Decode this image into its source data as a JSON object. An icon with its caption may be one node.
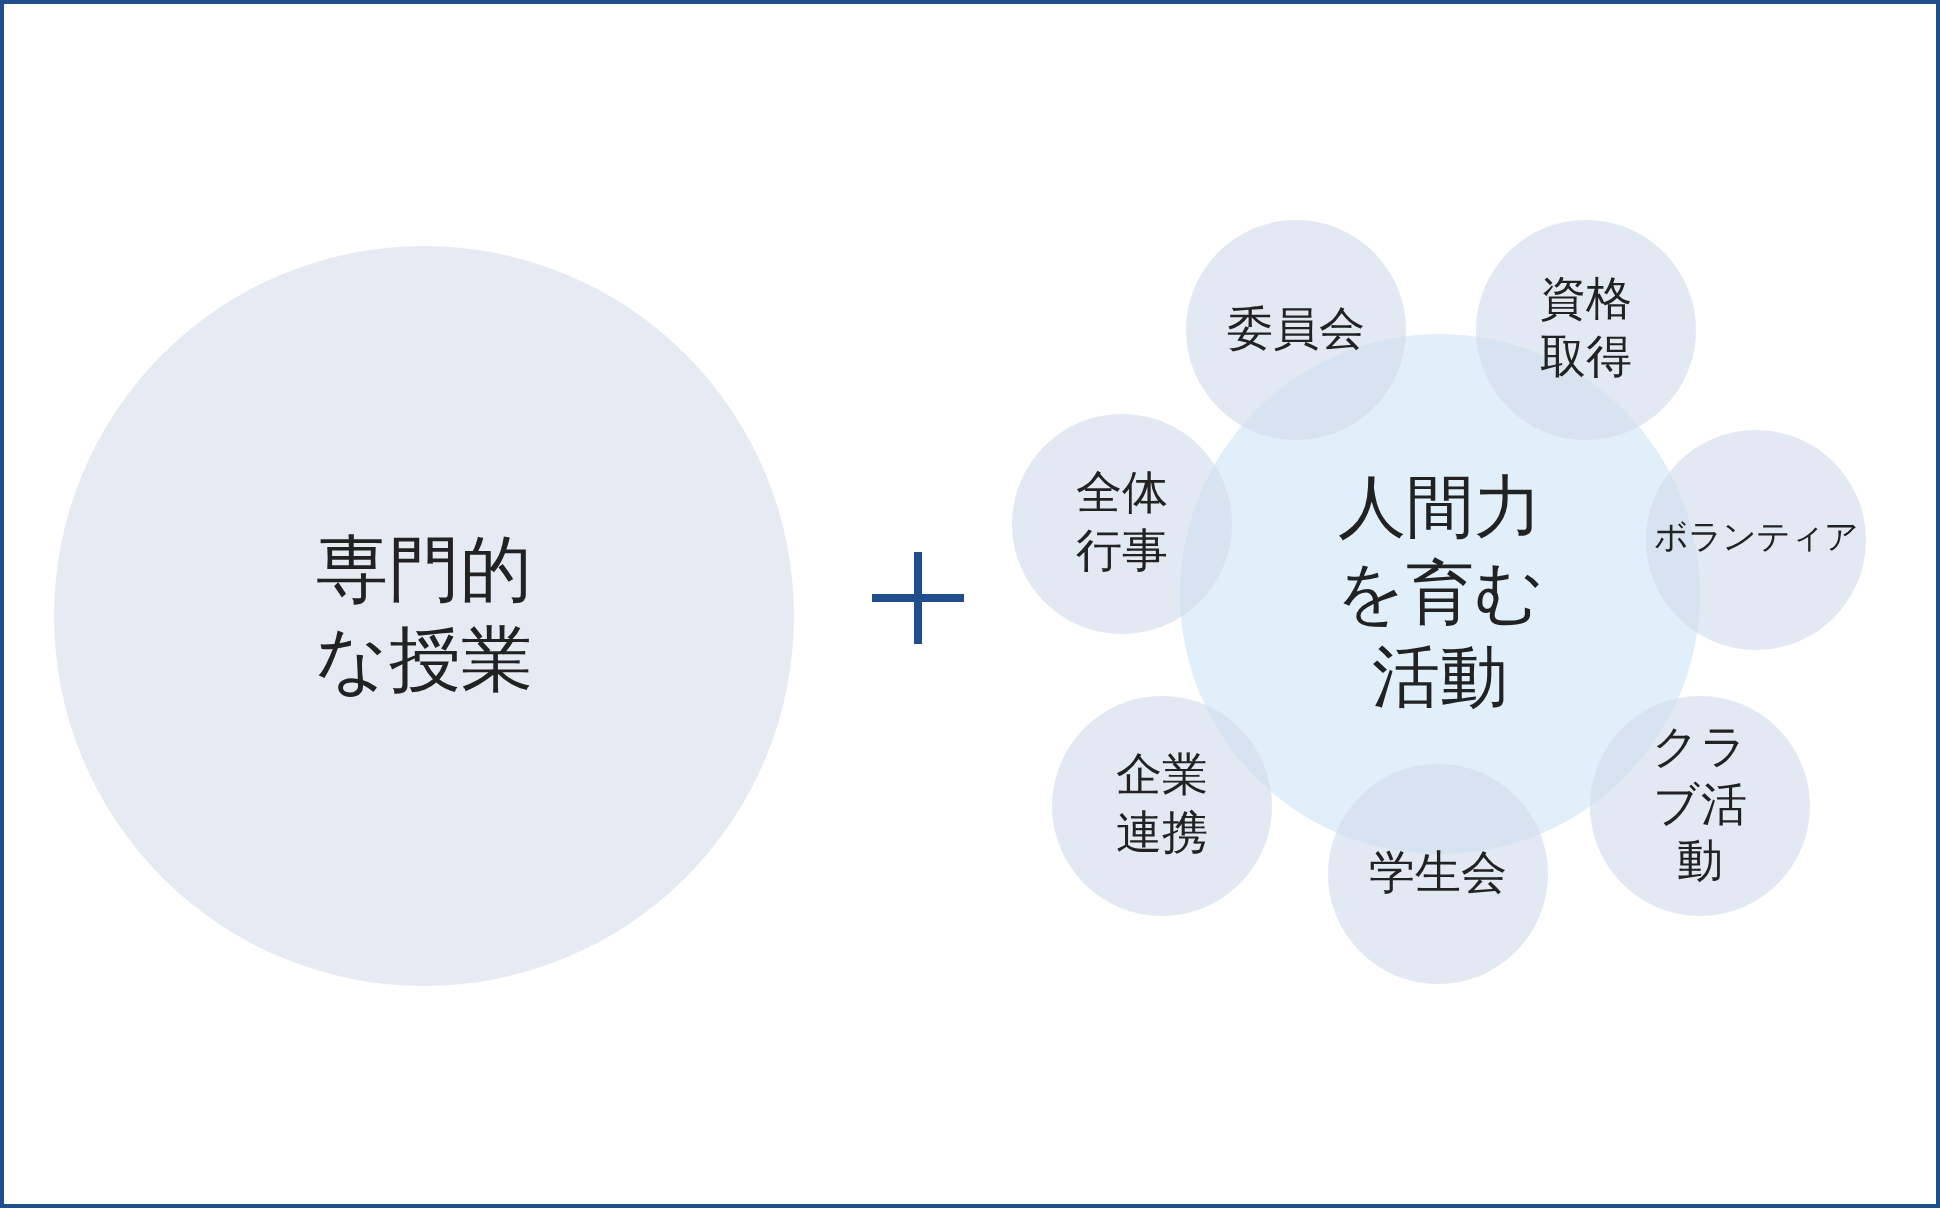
{
  "diagram": {
    "nodes": [
      {
        "text": [
          "専門的な授業"
        ]
      },
      {
        "text": [
          "人間力を育む活動"
        ]
      },
      {
        "text": [
          "委員会"
        ]
      },
      {
        "text": [
          "資格取得"
        ]
      },
      {
        "text": [
          "全体行事"
        ]
      },
      {
        "text": [
          "ボランティア"
        ]
      },
      {
        "text": [
          "企業連携"
        ]
      },
      {
        "text": [
          "学生会"
        ]
      },
      {
        "text": [
          "クラブ活動"
        ]
      }
    ]
  }
}
